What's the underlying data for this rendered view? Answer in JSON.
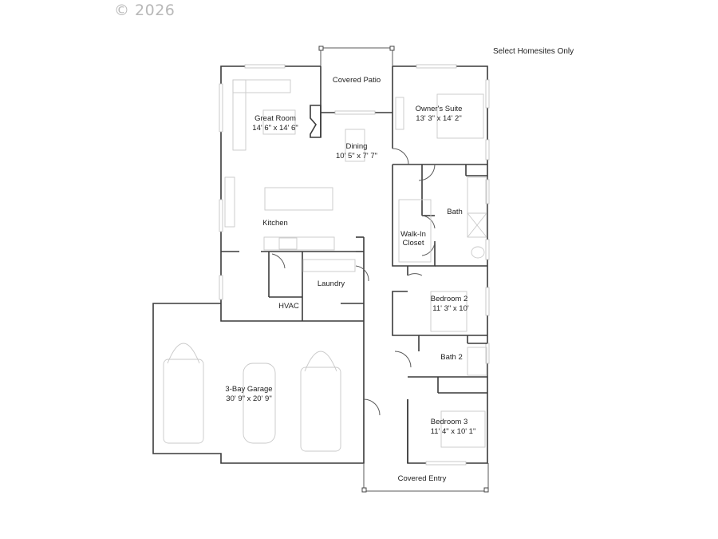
{
  "header": {
    "copyright": "© 2026",
    "note": "Select Homesites Only"
  },
  "rooms": {
    "covered_patio": {
      "name": "Covered Patio"
    },
    "great_room": {
      "name": "Great Room",
      "dims": "14' 6\" x 14' 6\""
    },
    "dining": {
      "name": "Dining",
      "dims": "10' 5\" x 7' 7\""
    },
    "owners_suite": {
      "name": "Owner's Suite",
      "dims": "13' 3\" x 14' 2\""
    },
    "kitchen": {
      "name": "Kitchen"
    },
    "bath": {
      "name": "Bath"
    },
    "walk_in_closet": {
      "name": "Walk-In",
      "name2": "Closet"
    },
    "laundry": {
      "name": "Laundry"
    },
    "hvac": {
      "name": "HVAC"
    },
    "bedroom2": {
      "name": "Bedroom 2",
      "dims": "11' 3\" x 10'"
    },
    "bath2": {
      "name": "Bath 2"
    },
    "garage": {
      "name": "3-Bay Garage",
      "dims": "30' 9\" x 20' 9\""
    },
    "bedroom3": {
      "name": "Bedroom 3",
      "dims": "11' 4\" x 10' 1\""
    },
    "covered_entry": {
      "name": "Covered Entry"
    }
  },
  "colors": {
    "wall": "#3a3a3a",
    "furniture": "#c9c9c9",
    "text": "#222222",
    "watermark": "#b8b8b8"
  }
}
